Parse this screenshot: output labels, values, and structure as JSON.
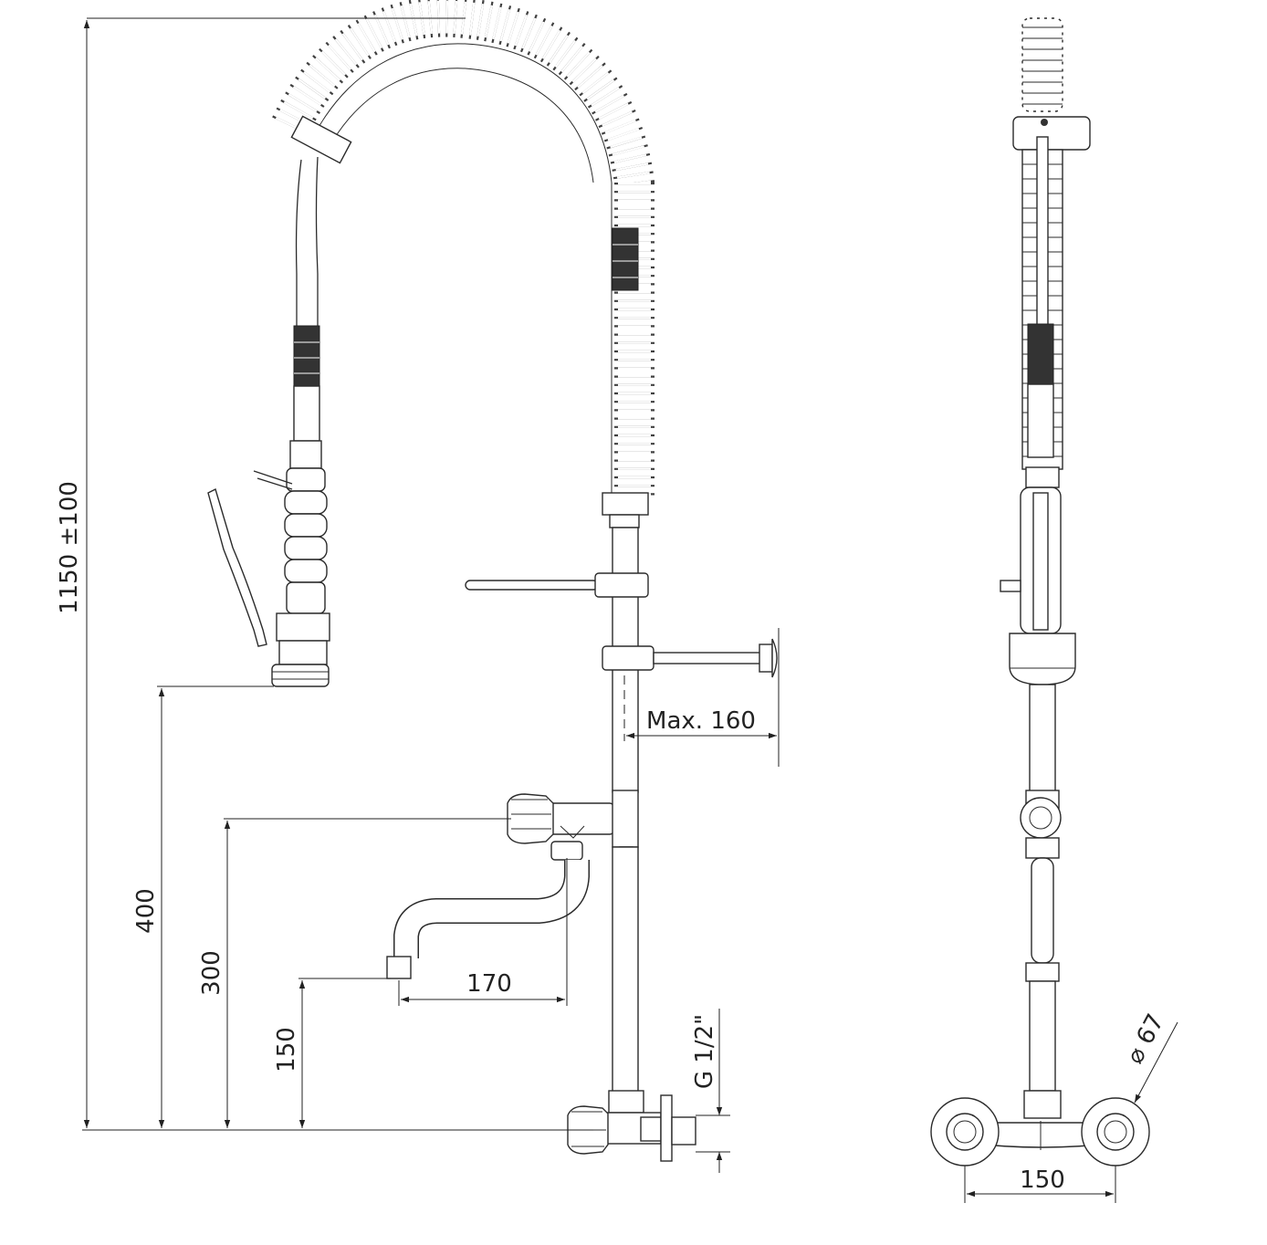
{
  "dimensions": {
    "total_height": "1150 ±100",
    "hand_shower_height": "400",
    "tap_height": "300",
    "spout_height": "150",
    "spout_reach": "170",
    "bracket_distance": "Max. 160",
    "inlet_thread": "G 1/2\"",
    "inlet_spacing": "150",
    "escutcheon_diameter": "⌀ 67"
  }
}
